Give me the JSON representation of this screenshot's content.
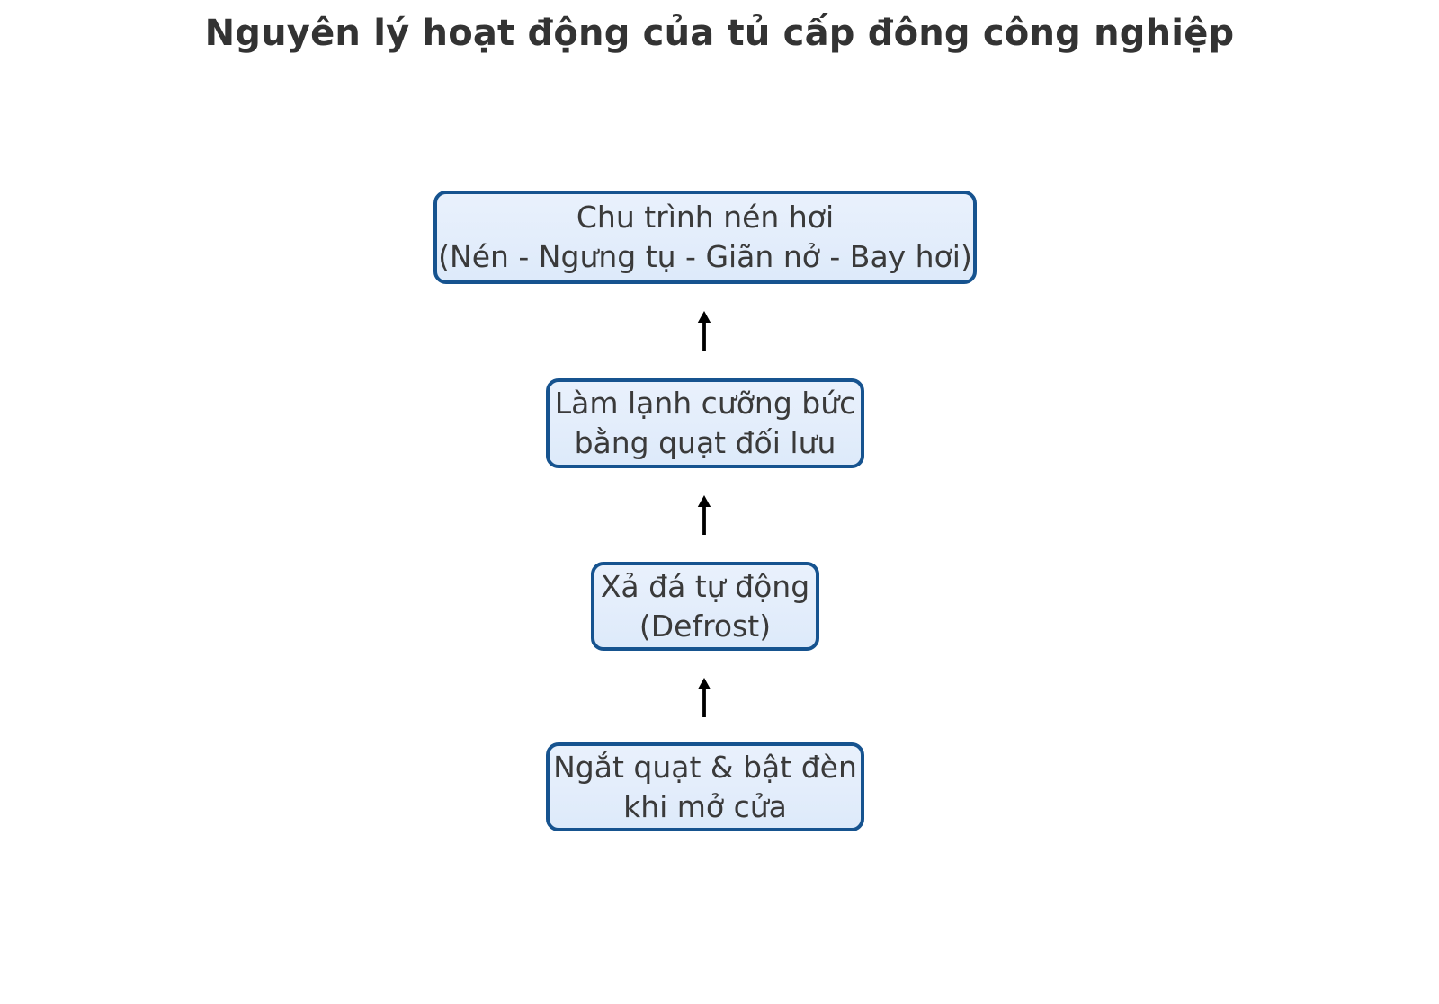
{
  "page": {
    "title": "Nguyên lý hoạt động của tủ cấp đông công nghiệp",
    "background_color": "#ffffff",
    "title_color": "#333333"
  },
  "theme": {
    "node_border_color": "#16538f",
    "node_fill_color": "#e4eefb",
    "node_text_color": "#3a3a3a",
    "arrow_color": "#000000"
  },
  "chart_data": {
    "type": "diagram",
    "diagram_kind": "flowchart",
    "orientation": "bottom-to-top",
    "title": "Nguyên lý hoạt động của tủ cấp đông công nghiệp",
    "nodes": [
      {
        "id": "compression",
        "order": 4,
        "lines": [
          "Chu trình nén hơi",
          "(Nén - Ngưng tụ - Giãn nở - Bay hơi)"
        ],
        "line1": "Chu trình nén hơi",
        "line2": "(Nén - Ngưng tụ - Giãn nở - Bay hơi)"
      },
      {
        "id": "forced-cooling",
        "order": 3,
        "lines": [
          "Làm lạnh cưỡng bức",
          "bằng quạt đối lưu"
        ],
        "line1": "Làm lạnh cưỡng bức",
        "line2": "bằng quạt đối lưu"
      },
      {
        "id": "defrost",
        "order": 2,
        "lines": [
          "Xả đá tự động",
          "(Defrost)"
        ],
        "line1": "Xả đá tự động",
        "line2": "(Defrost)"
      },
      {
        "id": "door-switch",
        "order": 1,
        "lines": [
          "Ngắt quạt & bật đèn",
          "khi mở cửa"
        ],
        "line1": "Ngắt quạt & bật đèn",
        "line2": "khi mở cửa"
      }
    ],
    "edges": [
      {
        "id": "edge-1",
        "from": "forced-cooling",
        "to": "compression",
        "direction": "up",
        "label": ""
      },
      {
        "id": "edge-2",
        "from": "defrost",
        "to": "forced-cooling",
        "direction": "up",
        "label": ""
      },
      {
        "id": "edge-3",
        "from": "door-switch",
        "to": "defrost",
        "direction": "up",
        "label": ""
      }
    ]
  }
}
